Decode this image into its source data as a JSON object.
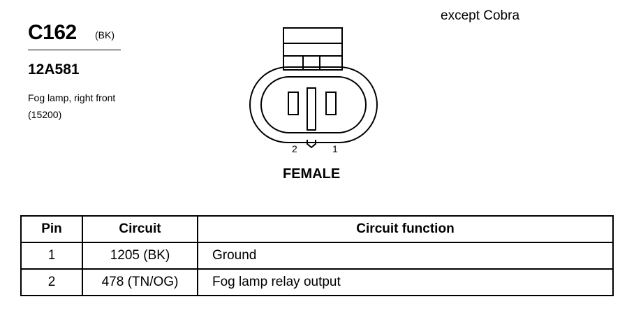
{
  "header": {
    "connector_id": "C162",
    "color_code": "(BK)",
    "part_number": "12A581",
    "description_line1": "Fog lamp, right front",
    "description_line2": "(15200)",
    "variant_note": "except Cobra"
  },
  "connector": {
    "view_label": "FEMALE",
    "pin_labels": [
      "2",
      "1"
    ]
  },
  "table": {
    "headers": [
      "Pin",
      "Circuit",
      "Circuit function"
    ],
    "rows": [
      {
        "pin": "1",
        "circuit": "1205 (BK)",
        "function": "Ground"
      },
      {
        "pin": "2",
        "circuit": "478 (TN/OG)",
        "function": "Fog lamp relay output"
      }
    ]
  }
}
